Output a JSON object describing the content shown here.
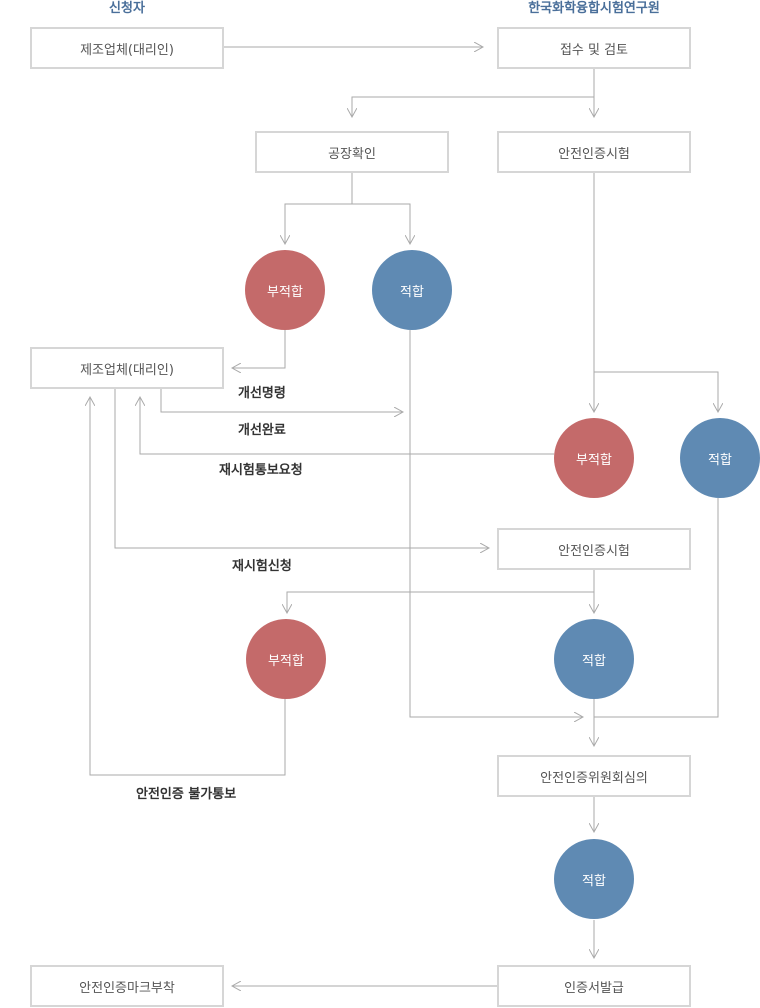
{
  "headers": {
    "applicant": "신청자",
    "institute": "한국화학융합시험연구원"
  },
  "boxes": {
    "maker_1": "제조업체(대리인)",
    "receipt": "접수 및 검토",
    "factory_check": "공장확인",
    "safety_test_1": "안전인증시험",
    "maker_2": "제조업체(대리인)",
    "safety_test_2": "안전인증시험",
    "committee": "안전인증위원회심의",
    "mark": "안전인증마크부착",
    "issue": "인증서발급"
  },
  "circles": {
    "fail_label": "부적합",
    "pass_label": "적합"
  },
  "edge_labels": {
    "improvement_order": "개선명령",
    "improvement_done": "개선완료",
    "retest_request_notice": "재시험통보요청",
    "retest_apply": "재시험신청",
    "certification_denied": "안전인증 불가통보"
  },
  "colors": {
    "fail": "#c46a6a",
    "pass": "#5f8ab3",
    "header": "#4a6f9a",
    "line": "#aaaaaa"
  }
}
